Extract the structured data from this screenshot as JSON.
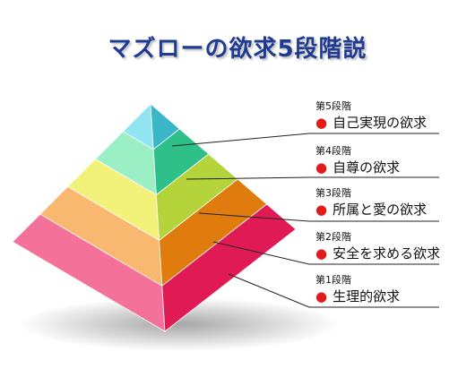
{
  "title": "マズローの欲求5段階説",
  "levels": [
    {
      "stage": "第5段階",
      "need": "自己実現の欲求",
      "left_color": "#8fe6f2",
      "right_color": "#3bb6c9"
    },
    {
      "stage": "第4段階",
      "need": "自尊の欲求",
      "left_color": "#9af0c4",
      "right_color": "#2fc08a"
    },
    {
      "stage": "第3段階",
      "need": "所属と愛の欲求",
      "left_color": "#f2f27a",
      "right_color": "#b5d33a"
    },
    {
      "stage": "第2段階",
      "need": "安全を求める欲求",
      "left_color": "#f8b870",
      "right_color": "#e07c0e"
    },
    {
      "stage": "第1段階",
      "need": "生理的欲求",
      "left_color": "#f4719a",
      "right_color": "#e01a55"
    }
  ],
  "bullet_color": "#e31b1b"
}
